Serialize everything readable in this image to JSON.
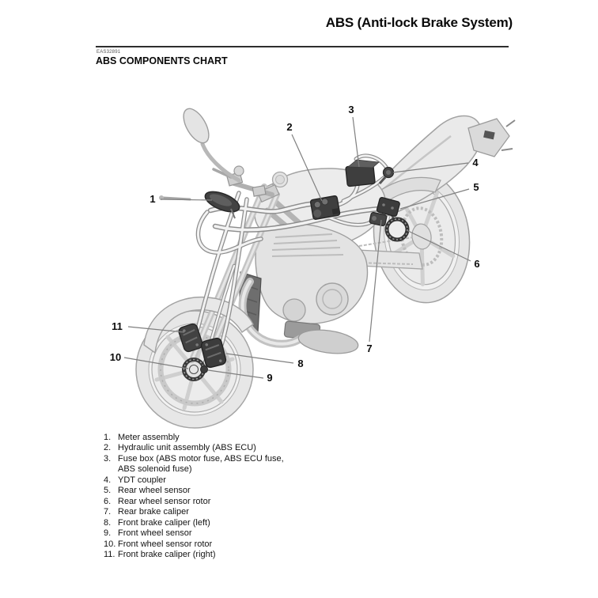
{
  "page": {
    "title": "ABS (Anti-lock Brake System)",
    "section_code": "EAS32891",
    "section_title": "ABS COMPONENTS CHART"
  },
  "figure": {
    "description": "See-through line illustration of a motorcycle with ABS components highlighted in dark gray",
    "callouts": [
      {
        "label": "1"
      },
      {
        "label": "2"
      },
      {
        "label": "3"
      },
      {
        "label": "4"
      },
      {
        "label": "5"
      },
      {
        "label": "6"
      },
      {
        "label": "7"
      },
      {
        "label": "8"
      },
      {
        "label": "9"
      },
      {
        "label": "10"
      },
      {
        "label": "11"
      }
    ]
  },
  "legend": {
    "items": [
      {
        "num": "1.",
        "text": "Meter assembly"
      },
      {
        "num": "2.",
        "text": "Hydraulic unit assembly (ABS ECU)"
      },
      {
        "num": "3.",
        "text": "Fuse box (ABS motor fuse, ABS ECU fuse,\nABS solenoid fuse)"
      },
      {
        "num": "4.",
        "text": "YDT coupler"
      },
      {
        "num": "5.",
        "text": "Rear wheel sensor"
      },
      {
        "num": "6.",
        "text": "Rear wheel sensor rotor"
      },
      {
        "num": "7.",
        "text": "Rear brake caliper"
      },
      {
        "num": "8.",
        "text": "Front brake caliper (left)"
      },
      {
        "num": "9.",
        "text": "Front wheel sensor"
      },
      {
        "num": "10.",
        "text": "Front wheel sensor rotor"
      },
      {
        "num": "11.",
        "text": "Front brake caliper (right)"
      }
    ]
  },
  "colors": {
    "ink": "#111111",
    "line_art_outline": "#a0a0a0",
    "body_fill": "#ebebeb",
    "component_dark": "#3a3a3a",
    "leader_line": "#808080"
  }
}
